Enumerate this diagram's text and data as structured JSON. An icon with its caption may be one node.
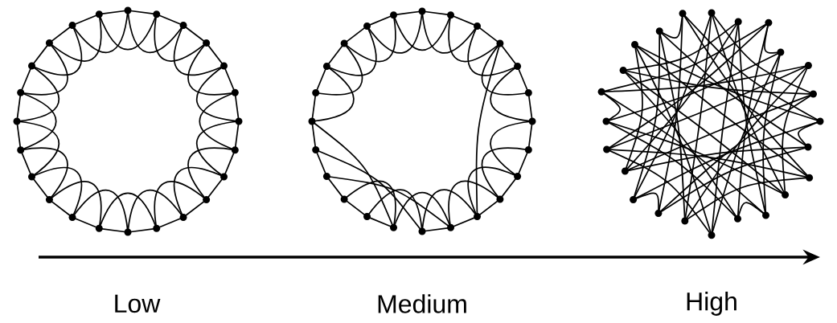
{
  "diagram": {
    "labels": [
      "Low",
      "Medium",
      "High"
    ]
  }
}
